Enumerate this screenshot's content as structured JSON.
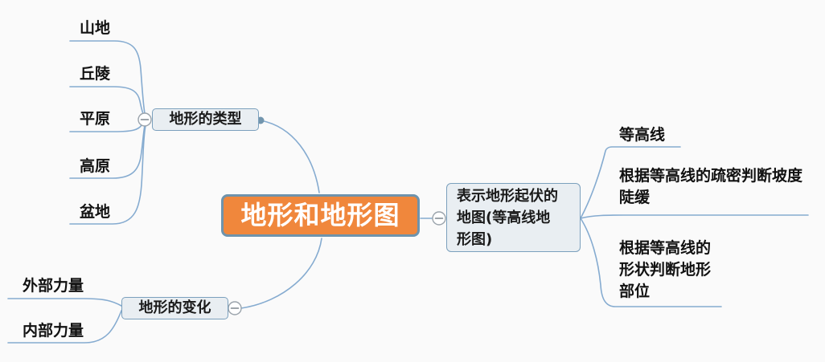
{
  "colors": {
    "background": "#fafafa",
    "branch_line": "#85abd0",
    "topic_fill": "#e9eef2",
    "topic_border": "#7ba0bd",
    "central_fill": "#f0873c",
    "central_border": "#6e93ac",
    "central_text": "#ffffff",
    "text": "#111111"
  },
  "root": {
    "label": "地形和地形图"
  },
  "branches": {
    "types": {
      "label": "地形的类型",
      "children": [
        "山地",
        "丘陵",
        "平原",
        "高原",
        "盆地"
      ]
    },
    "changes": {
      "label": "地形的变化",
      "children": [
        "外部力量",
        "内部力量"
      ]
    },
    "contour": {
      "label": "表示地形起伏的地图(等高线地形图)",
      "label_lines": [
        "表示地形起伏的",
        "地图(等高线地",
        "形图)"
      ],
      "children": [
        {
          "lines": [
            "等高线"
          ]
        },
        {
          "lines": [
            "根据等高线的疏密判断坡度",
            "陡缓"
          ]
        },
        {
          "lines": [
            "根据等高线的",
            "形状判断地形",
            "部位"
          ]
        }
      ]
    }
  },
  "icons": {
    "collapse": "minus-circle",
    "anchor": "branch-dot"
  }
}
